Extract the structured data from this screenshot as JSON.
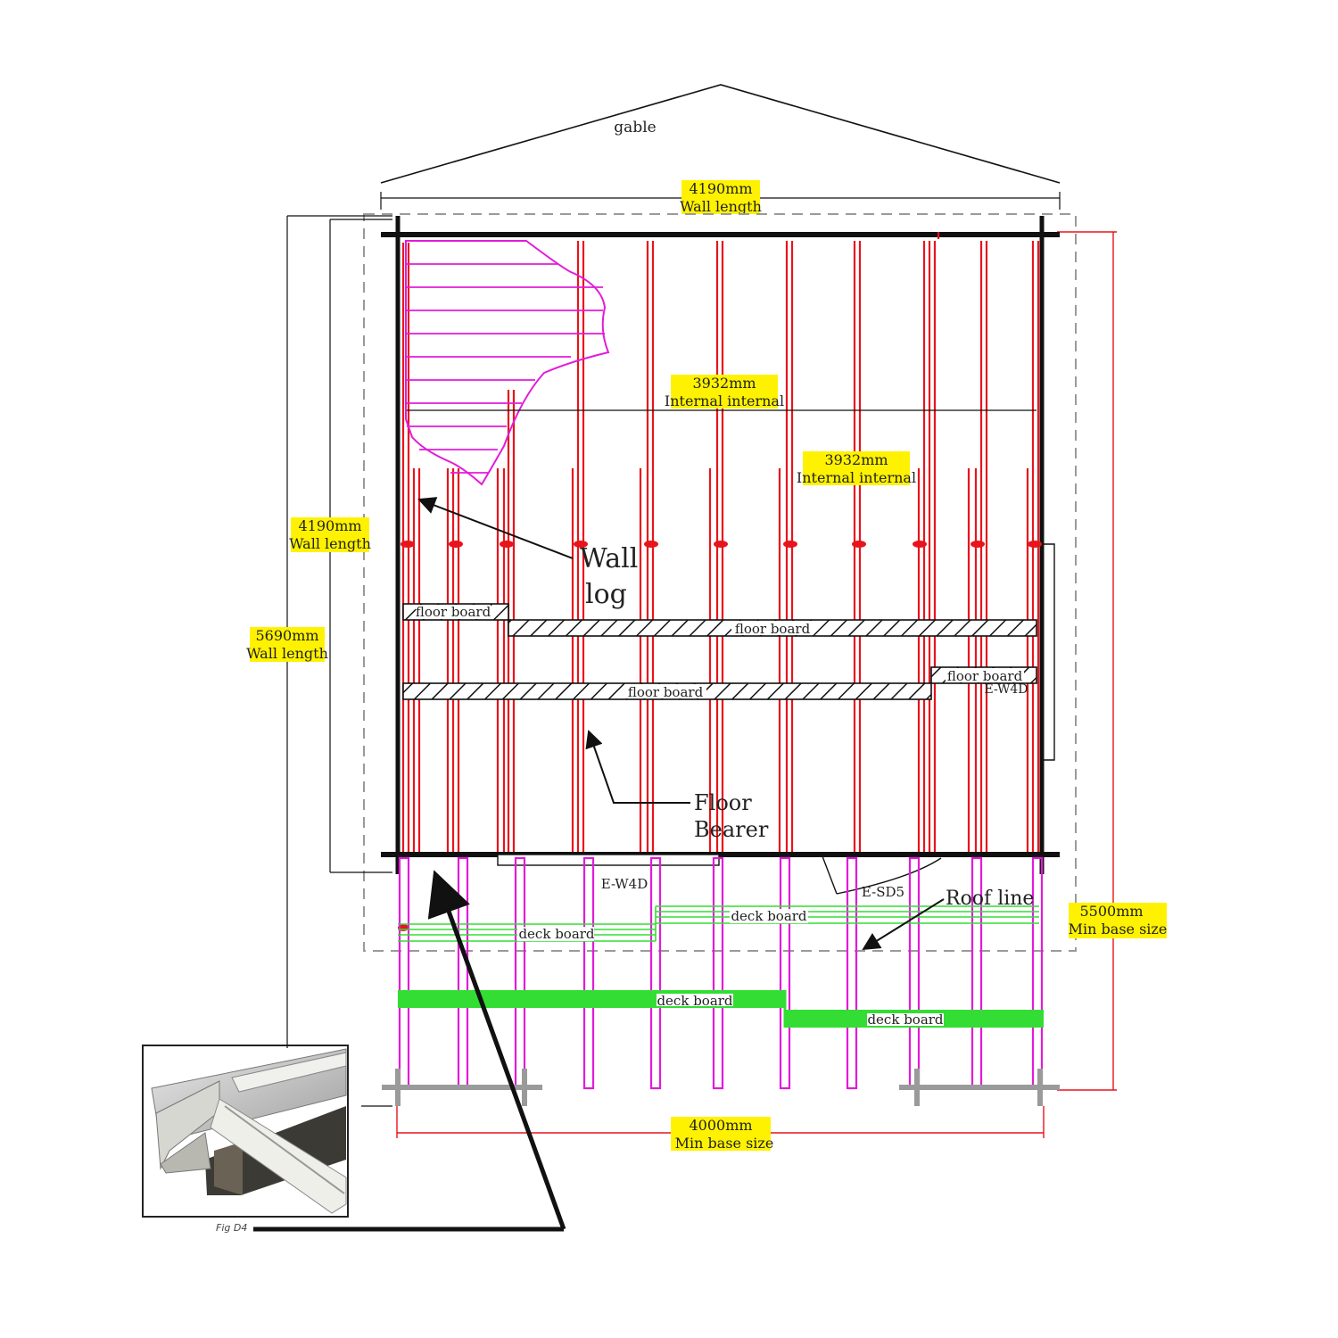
{
  "labels": {
    "gable": "gable",
    "top_dim_value": "4190mm",
    "top_dim_caption": "Wall length",
    "internal_1_value": "3932mm",
    "internal_1_caption": "Internal internal",
    "internal_2_value": "3932mm",
    "internal_2_caption": "Internal internal",
    "left_inner_dim_value": "4190mm",
    "left_inner_dim_caption": "Wall length",
    "left_outer_dim_value": "5690mm",
    "left_outer_dim_caption": "Wall length",
    "right_dim_value": "5500mm",
    "right_dim_caption": "Min base size",
    "bottom_dim_value": "4000mm",
    "bottom_dim_caption": "Min base size",
    "wall_log_line1": "Wall",
    "wall_log_line2": "log",
    "floor_bearer_line1": "Floor",
    "floor_bearer_line2": "Bearer",
    "roof_line": "Roof line",
    "floor_board_1": "floor board",
    "floor_board_2": "floor board",
    "floor_board_3": "floor board",
    "floor_board_4": "floor board",
    "window_side": "E-W4D",
    "window_front": "E-W4D",
    "door_front": "E-SD5",
    "deck_board_1": "deck board",
    "deck_board_2": "deck board",
    "deck_board_3": "deck board",
    "deck_board_4": "deck board",
    "figure_caption": "Fig D4"
  },
  "colors": {
    "bearer": "#e8141c",
    "deck_bearer": "#e21bd9",
    "deck_board": "#33dd33",
    "highlight": "#fff200",
    "wall_log": "#e21bd9"
  }
}
